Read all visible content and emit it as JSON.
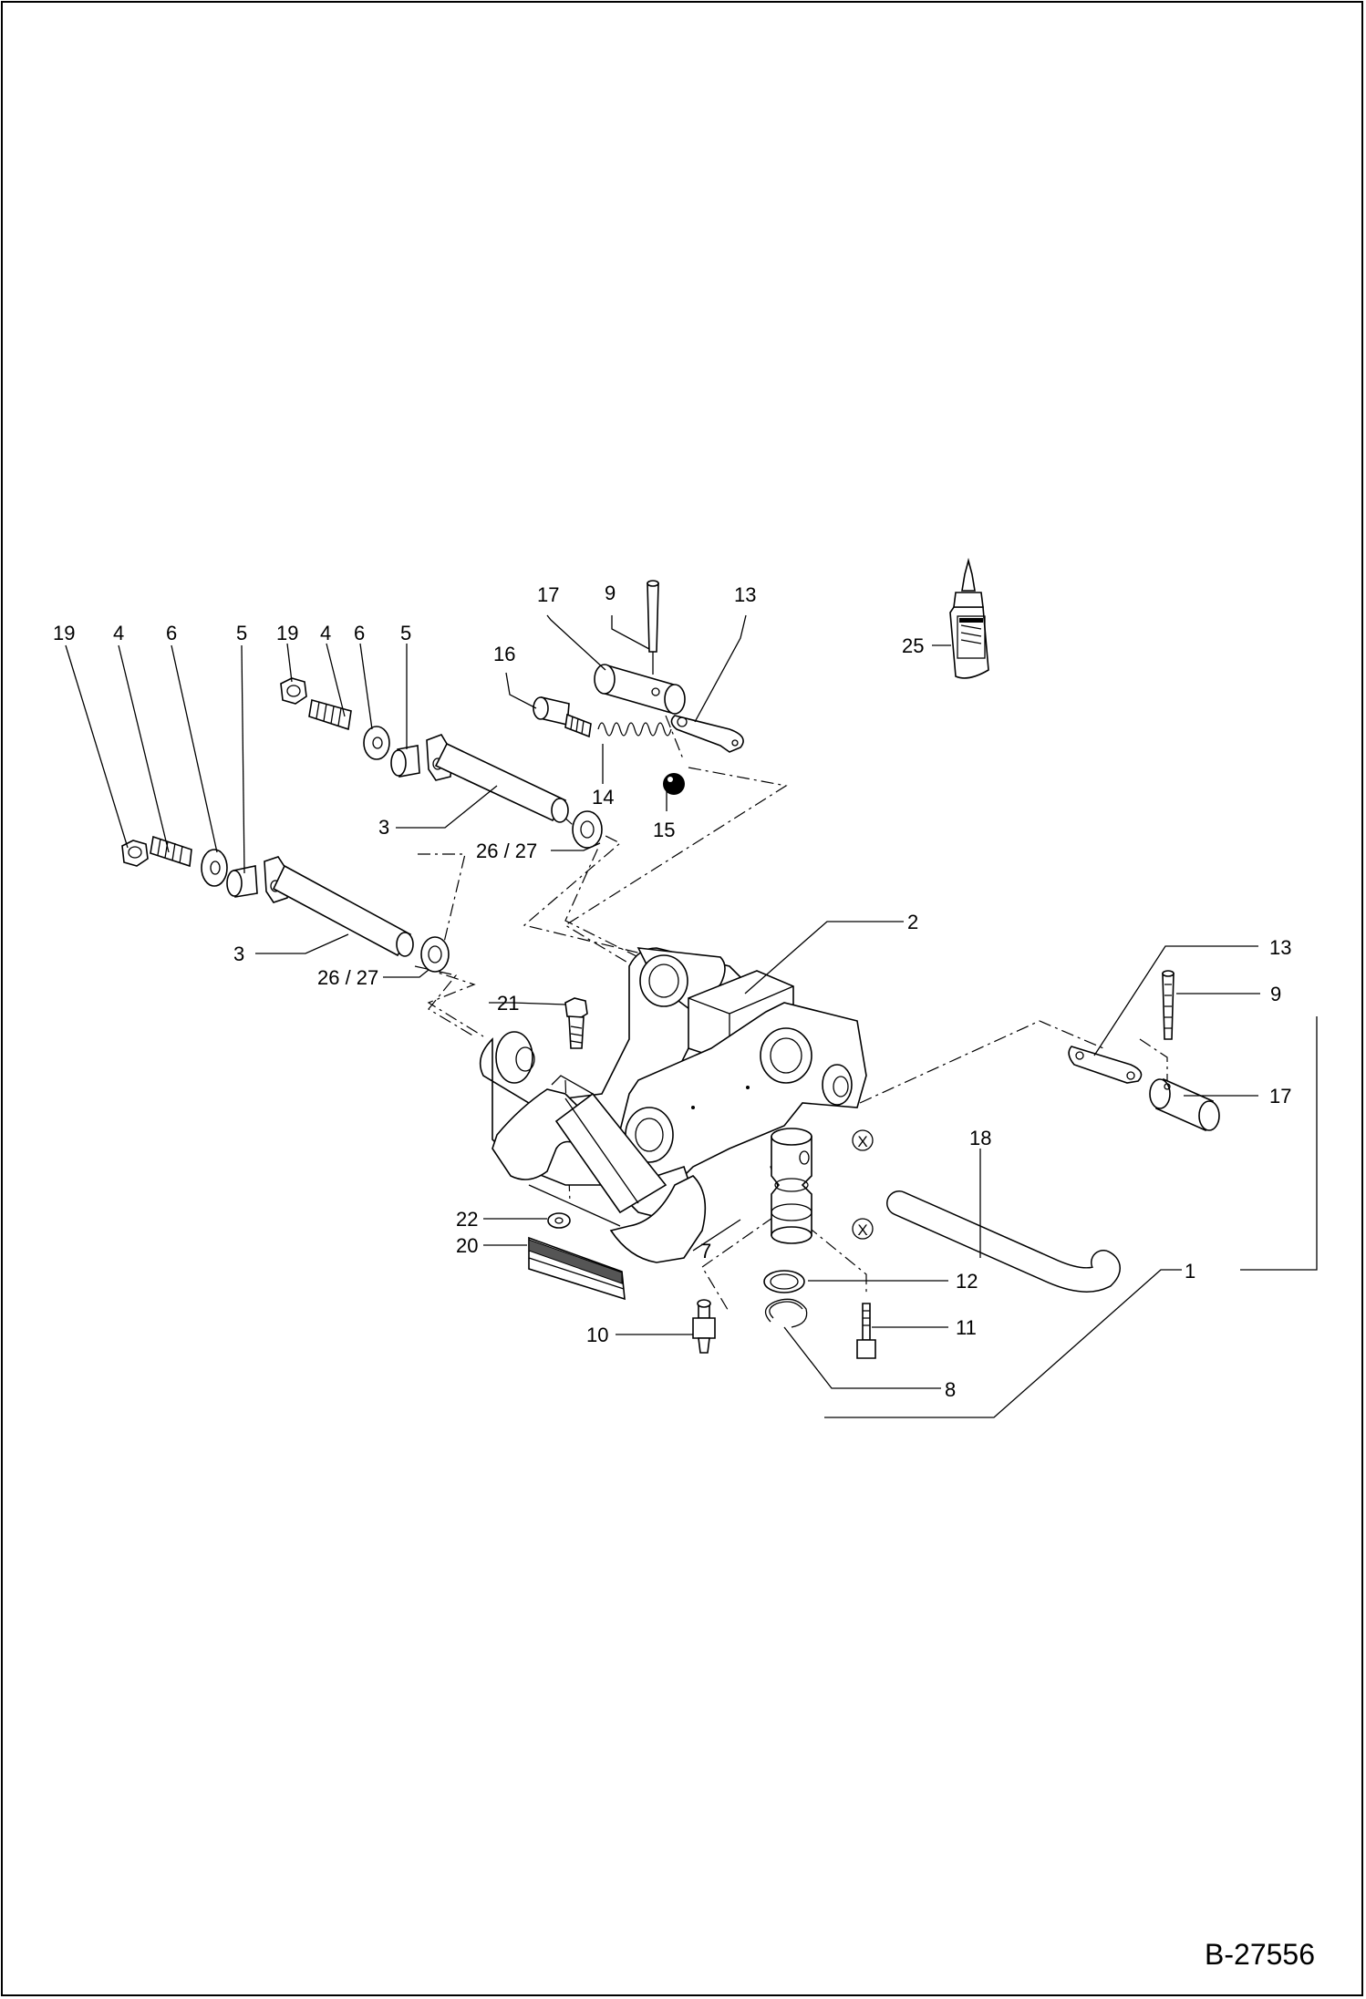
{
  "document": {
    "drawing_number": "B-27556"
  },
  "callouts": {
    "c19a": "19",
    "c4a": "4",
    "c6a": "6",
    "c5a": "5",
    "c19b": "19",
    "c4b": "4",
    "c6b": "6",
    "c5b": "5",
    "c3a": "3",
    "c3b": "3",
    "c2627a": "26 / 27",
    "c2627b": "26 / 27",
    "c17a": "17",
    "c9a": "9",
    "c13a": "13",
    "c16": "16",
    "c14": "14",
    "c15": "15",
    "c25": "25",
    "c2": "2",
    "c13b": "13",
    "c9b": "9",
    "c17b": "17",
    "c21": "21",
    "c22": "22",
    "c20": "20",
    "c18": "18",
    "c7": "7",
    "c12": "12",
    "c11": "11",
    "c10": "10",
    "c8": "8",
    "c1": "1"
  },
  "markers": {
    "x1": "X",
    "x2": "X"
  },
  "icons": {
    "grease-bottle": "grease-bottle-icon"
  }
}
